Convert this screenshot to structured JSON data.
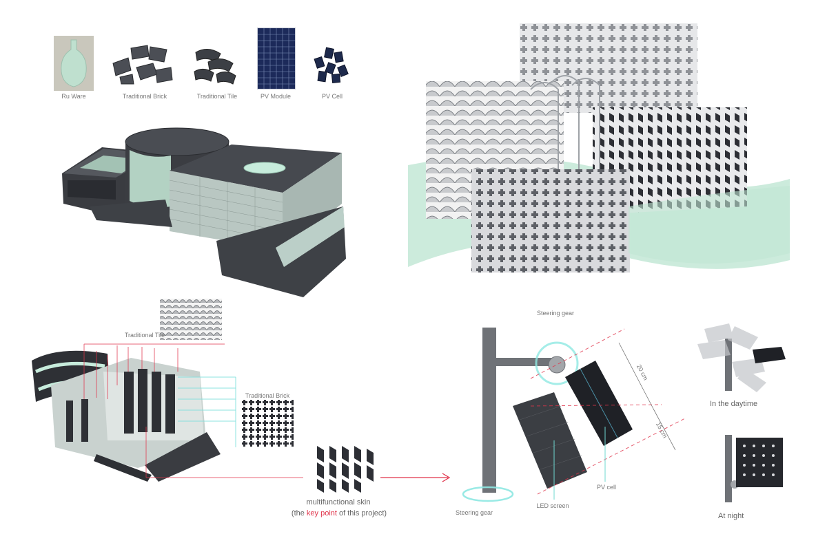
{
  "materials": {
    "ru_ware": "Ru Ware",
    "brick": "Traditional Brick",
    "tile": "Traditional Tile",
    "pv_module": "PV Module",
    "pv_cell": "PV Cell"
  },
  "exploded": {
    "tile_label": "Traditional Tile",
    "brick_label": "Traditional Brick"
  },
  "skin": {
    "title": "multifunctional skin",
    "note_open": "(the ",
    "note_key": "key point",
    "note_close": " of this project)"
  },
  "mechanism": {
    "steering_gear_top": "Steering gear",
    "steering_gear_bottom": "Steering gear",
    "dim_20": "20 cm",
    "dim_15": "15 cm",
    "led_screen": "LED screen",
    "pv_cell": "PV cell"
  },
  "modes": {
    "day": "In the daytime",
    "night": "At night"
  },
  "colors": {
    "accent_red": "#e0334a",
    "mint": "#bfe6d3",
    "cyan": "#7fe0dc",
    "dark": "#2b2d33"
  }
}
